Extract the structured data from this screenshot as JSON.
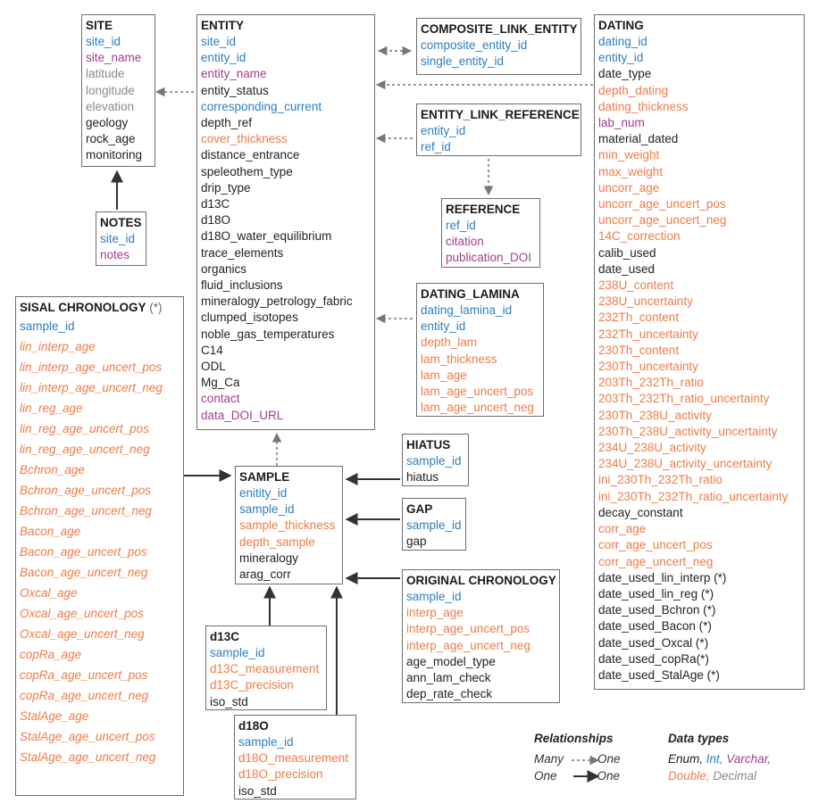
{
  "colors": {
    "enum": "#222222",
    "int": "#2c7fc1",
    "varchar": "#a23d8f",
    "double": "#f07b47",
    "decimal": "#8a8a8a",
    "border": "#6e6e6e",
    "arrow": "#444444",
    "dashed_arrow": "#777777"
  },
  "tables": {
    "site": {
      "title": "SITE",
      "fields": [
        {
          "name": "site_id",
          "type": "int"
        },
        {
          "name": "site_name",
          "type": "varchar"
        },
        {
          "name": "latitude",
          "type": "decimal"
        },
        {
          "name": "longitude",
          "type": "decimal"
        },
        {
          "name": "elevation",
          "type": "decimal"
        },
        {
          "name": "geology",
          "type": "enum"
        },
        {
          "name": "rock_age",
          "type": "enum"
        },
        {
          "name": "monitoring",
          "type": "enum"
        }
      ]
    },
    "notes": {
      "title": "NOTES",
      "fields": [
        {
          "name": "site_id",
          "type": "int"
        },
        {
          "name": "notes",
          "type": "varchar"
        }
      ]
    },
    "entity": {
      "title": "ENTITY",
      "fields": [
        {
          "name": "site_id",
          "type": "int"
        },
        {
          "name": "entity_id",
          "type": "int"
        },
        {
          "name": "entity_name",
          "type": "varchar"
        },
        {
          "name": "entity_status",
          "type": "enum"
        },
        {
          "name": "corresponding_current",
          "type": "int"
        },
        {
          "name": "depth_ref",
          "type": "enum"
        },
        {
          "name": "cover_thickness",
          "type": "double"
        },
        {
          "name": "distance_entrance",
          "type": "enum"
        },
        {
          "name": "speleothem_type",
          "type": "enum"
        },
        {
          "name": "drip_type",
          "type": "enum"
        },
        {
          "name": "d13C",
          "type": "enum"
        },
        {
          "name": "d18O",
          "type": "enum"
        },
        {
          "name": "d18O_water_equilibrium",
          "type": "enum"
        },
        {
          "name": "trace_elements",
          "type": "enum"
        },
        {
          "name": "organics",
          "type": "enum"
        },
        {
          "name": "fluid_inclusions",
          "type": "enum"
        },
        {
          "name": "mineralogy_petrology_fabric",
          "type": "enum"
        },
        {
          "name": "clumped_isotopes",
          "type": "enum"
        },
        {
          "name": "noble_gas_temperatures",
          "type": "enum"
        },
        {
          "name": "C14",
          "type": "enum"
        },
        {
          "name": "ODL",
          "type": "enum"
        },
        {
          "name": "Mg_Ca",
          "type": "enum"
        },
        {
          "name": "contact",
          "type": "varchar"
        },
        {
          "name": "data_DOI_URL",
          "type": "varchar"
        }
      ]
    },
    "composite_link_entity": {
      "title": "COMPOSITE_LINK_ENTITY",
      "fields": [
        {
          "name": "composite_entity_id",
          "type": "int"
        },
        {
          "name": "single_entity_id",
          "type": "int"
        }
      ]
    },
    "entity_link_reference": {
      "title": "ENTITY_LINK_REFERENCE",
      "fields": [
        {
          "name": "entity_id",
          "type": "int"
        },
        {
          "name": "ref_id",
          "type": "int"
        }
      ]
    },
    "reference": {
      "title": "REFERENCE",
      "fields": [
        {
          "name": "ref_id",
          "type": "int"
        },
        {
          "name": "citation",
          "type": "varchar"
        },
        {
          "name": "publication_DOI",
          "type": "varchar"
        }
      ]
    },
    "dating_lamina": {
      "title": "DATING_LAMINA",
      "fields": [
        {
          "name": "dating_lamina_id",
          "type": "int"
        },
        {
          "name": "entity_id",
          "type": "int"
        },
        {
          "name": "depth_lam",
          "type": "double"
        },
        {
          "name": "lam_thickness",
          "type": "double"
        },
        {
          "name": "lam_age",
          "type": "double"
        },
        {
          "name": "lam_age_uncert_pos",
          "type": "double"
        },
        {
          "name": "lam_age_uncert_neg",
          "type": "double"
        }
      ]
    },
    "dating": {
      "title": "DATING",
      "fields": [
        {
          "name": "dating_id",
          "type": "int"
        },
        {
          "name": "entity_id",
          "type": "int"
        },
        {
          "name": "date_type",
          "type": "enum"
        },
        {
          "name": "depth_dating",
          "type": "double"
        },
        {
          "name": "dating_thickness",
          "type": "double"
        },
        {
          "name": "lab_num",
          "type": "varchar"
        },
        {
          "name": "material_dated",
          "type": "enum"
        },
        {
          "name": "min_weight",
          "type": "double"
        },
        {
          "name": "max_weight",
          "type": "double"
        },
        {
          "name": "uncorr_age",
          "type": "double"
        },
        {
          "name": "uncorr_age_uncert_pos",
          "type": "double"
        },
        {
          "name": "uncorr_age_uncert_neg",
          "type": "double"
        },
        {
          "name": "14C_correction",
          "type": "double"
        },
        {
          "name": "calib_used",
          "type": "enum"
        },
        {
          "name": "date_used",
          "type": "enum"
        },
        {
          "name": "238U_content",
          "type": "double"
        },
        {
          "name": "238U_uncertainty",
          "type": "double"
        },
        {
          "name": "232Th_content",
          "type": "double"
        },
        {
          "name": "232Th_uncertainty",
          "type": "double"
        },
        {
          "name": "230Th_content",
          "type": "double"
        },
        {
          "name": "230Th_uncertainty",
          "type": "double"
        },
        {
          "name": "203Th_232Th_ratio",
          "type": "double"
        },
        {
          "name": "203Th_232Th_ratio_uncertainty",
          "type": "double"
        },
        {
          "name": "230Th_238U_activity",
          "type": "double"
        },
        {
          "name": "230Th_238U_activity_uncertainty",
          "type": "double"
        },
        {
          "name": "234U_238U_activity",
          "type": "double"
        },
        {
          "name": "234U_238U_activity_uncertainty",
          "type": "double"
        },
        {
          "name": "ini_230Th_232Th_ratio",
          "type": "double"
        },
        {
          "name": "ini_230Th_232Th_ratio_uncertainty",
          "type": "double"
        },
        {
          "name": "decay_constant",
          "type": "enum"
        },
        {
          "name": "corr_age",
          "type": "double"
        },
        {
          "name": "corr_age_uncert_pos",
          "type": "double"
        },
        {
          "name": "corr_age_uncert_neg",
          "type": "double"
        },
        {
          "name": "date_used_lin_interp (*)",
          "type": "enum"
        },
        {
          "name": "date_used_lin_reg (*)",
          "type": "enum"
        },
        {
          "name": "date_used_Bchron (*)",
          "type": "enum"
        },
        {
          "name": "date_used_Bacon (*)",
          "type": "enum"
        },
        {
          "name": "date_used_Oxcal (*)",
          "type": "enum"
        },
        {
          "name": "date_used_copRa(*)",
          "type": "enum"
        },
        {
          "name": "date_used_StalAge (*)",
          "type": "enum"
        }
      ]
    },
    "sisal_chronology": {
      "title": "SISAL CHRONOLOGY",
      "title_suffix": " (*)",
      "fields": [
        {
          "name": "sample_id",
          "type": "int",
          "italic": false
        },
        {
          "name": "lin_interp_age",
          "type": "double",
          "italic": true
        },
        {
          "name": "lin_interp_age_uncert_pos",
          "type": "double",
          "italic": true
        },
        {
          "name": "lin_interp_age_uncert_neg",
          "type": "double",
          "italic": true
        },
        {
          "name": "lin_reg_age",
          "type": "double",
          "italic": true
        },
        {
          "name": "lin_reg_age_uncert_pos",
          "type": "double",
          "italic": true
        },
        {
          "name": "lin_reg_age_uncert_neg",
          "type": "double",
          "italic": true
        },
        {
          "name": "Bchron_age",
          "type": "double",
          "italic": true
        },
        {
          "name": "Bchron_age_uncert_pos",
          "type": "double",
          "italic": true
        },
        {
          "name": "Bchron_age_uncert_neg",
          "type": "double",
          "italic": true
        },
        {
          "name": "Bacon_age",
          "type": "double",
          "italic": true
        },
        {
          "name": "Bacon_age_uncert_pos",
          "type": "double",
          "italic": true
        },
        {
          "name": "Bacon_age_uncert_neg",
          "type": "double",
          "italic": true
        },
        {
          "name": "Oxcal_age",
          "type": "double",
          "italic": true
        },
        {
          "name": "Oxcal_age_uncert_pos",
          "type": "double",
          "italic": true
        },
        {
          "name": "Oxcal_age_uncert_neg",
          "type": "double",
          "italic": true
        },
        {
          "name": "copRa_age",
          "type": "double",
          "italic": true
        },
        {
          "name": "copRa_age_uncert_pos",
          "type": "double",
          "italic": true
        },
        {
          "name": "copRa_age_uncert_neg",
          "type": "double",
          "italic": true
        },
        {
          "name": "StalAge_age",
          "type": "double",
          "italic": true
        },
        {
          "name": "StalAge_age_uncert_pos",
          "type": "double",
          "italic": true
        },
        {
          "name": "StalAge_age_uncert_neg",
          "type": "double",
          "italic": true
        }
      ]
    },
    "sample": {
      "title": "SAMPLE",
      "fields": [
        {
          "name": "enitity_id",
          "type": "int"
        },
        {
          "name": "sample_id",
          "type": "int"
        },
        {
          "name": "sample_thickness",
          "type": "double"
        },
        {
          "name": "depth_sample",
          "type": "double"
        },
        {
          "name": "mineralogy",
          "type": "enum"
        },
        {
          "name": "arag_corr",
          "type": "enum"
        }
      ]
    },
    "hiatus": {
      "title": "HIATUS",
      "fields": [
        {
          "name": "sample_id",
          "type": "int"
        },
        {
          "name": "hiatus",
          "type": "enum"
        }
      ]
    },
    "gap": {
      "title": "GAP",
      "fields": [
        {
          "name": "sample_id",
          "type": "int"
        },
        {
          "name": "gap",
          "type": "enum"
        }
      ]
    },
    "original_chronology": {
      "title": "ORIGINAL CHRONOLOGY",
      "fields": [
        {
          "name": "sample_id",
          "type": "int"
        },
        {
          "name": "interp_age",
          "type": "double"
        },
        {
          "name": "interp_age_uncert_pos",
          "type": "double"
        },
        {
          "name": "interp_age_uncert_neg",
          "type": "double"
        },
        {
          "name": "age_model_type",
          "type": "enum"
        },
        {
          "name": "ann_lam_check",
          "type": "enum"
        },
        {
          "name": "dep_rate_check",
          "type": "enum"
        }
      ]
    },
    "d13c": {
      "title": "d13C",
      "fields": [
        {
          "name": "sample_id",
          "type": "int"
        },
        {
          "name": "d13C_measurement",
          "type": "double"
        },
        {
          "name": "d13C_precision",
          "type": "double"
        },
        {
          "name": "iso_std",
          "type": "enum"
        }
      ]
    },
    "d18o": {
      "title": "d18O",
      "fields": [
        {
          "name": "sample_id",
          "type": "int"
        },
        {
          "name": "d18O_measurement",
          "type": "double"
        },
        {
          "name": "d18O_precision",
          "type": "double"
        },
        {
          "name": "iso_std",
          "type": "enum"
        }
      ]
    }
  },
  "relationships": [
    {
      "from": "entity",
      "to": "site",
      "kind": "many-to-one"
    },
    {
      "from": "notes",
      "to": "site",
      "kind": "one-to-one"
    },
    {
      "from": "composite_link_entity",
      "to": "entity",
      "kind": "many-to-many"
    },
    {
      "from": "dating",
      "to": "entity",
      "kind": "many-to-one"
    },
    {
      "from": "entity_link_reference",
      "to": "entity",
      "kind": "many-to-one"
    },
    {
      "from": "entity_link_reference",
      "to": "reference",
      "kind": "many-to-one"
    },
    {
      "from": "dating_lamina",
      "to": "entity",
      "kind": "many-to-one"
    },
    {
      "from": "sample",
      "to": "entity",
      "kind": "many-to-one"
    },
    {
      "from": "sisal_chronology",
      "to": "sample",
      "kind": "one-to-one"
    },
    {
      "from": "hiatus",
      "to": "sample",
      "kind": "one-to-one"
    },
    {
      "from": "gap",
      "to": "sample",
      "kind": "one-to-one"
    },
    {
      "from": "original_chronology",
      "to": "sample",
      "kind": "one-to-one"
    },
    {
      "from": "d13c",
      "to": "sample",
      "kind": "one-to-one"
    },
    {
      "from": "d18o",
      "to": "sample",
      "kind": "one-to-one"
    }
  ],
  "legend": {
    "relationships_title": "Relationships",
    "many_label": "Many",
    "one_label": "One",
    "target_one_label_1": "One",
    "target_one_label_2": "One",
    "data_types_title": "Data types",
    "types": [
      {
        "label": "Enum",
        "type": "enum",
        "sep": ", "
      },
      {
        "label": "Int",
        "type": "int",
        "sep": ", "
      },
      {
        "label": "Varchar",
        "type": "varchar",
        "sep": ","
      },
      {
        "label": "Double",
        "type": "double",
        "sep": ", "
      },
      {
        "label": "Decimal",
        "type": "decimal",
        "sep": ""
      }
    ]
  }
}
